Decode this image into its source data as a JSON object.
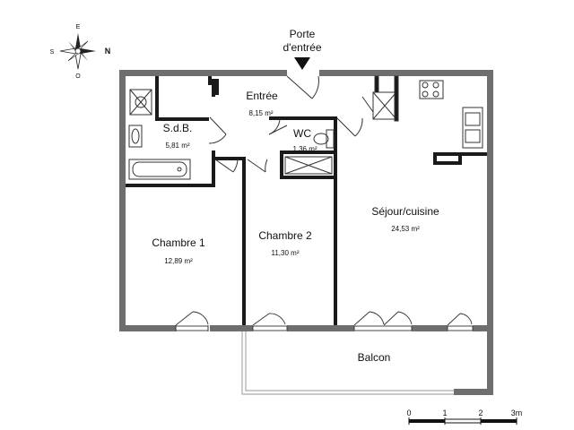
{
  "entrance": {
    "line1": "Porte",
    "line2": "d'entrée"
  },
  "compass": {
    "n": "N",
    "s": "S",
    "e": "E",
    "o": "O"
  },
  "rooms": [
    {
      "key": "entree",
      "name": "Entrée",
      "area": "8,15 m²"
    },
    {
      "key": "sdb",
      "name": "S.d.B.",
      "area": "5,81 m²"
    },
    {
      "key": "wc",
      "name": "WC",
      "area": "1,36 m²"
    },
    {
      "key": "chambre1",
      "name": "Chambre 1",
      "area": "12,89 m²"
    },
    {
      "key": "chambre2",
      "name": "Chambre 2",
      "area": "11,30 m²"
    },
    {
      "key": "sejour",
      "name": "Séjour/cuisine",
      "area": "24,53 m²"
    },
    {
      "key": "balcon",
      "name": "Balcon",
      "area": ""
    }
  ],
  "scale": {
    "ticks": [
      "0",
      "1",
      "2",
      "3m"
    ]
  },
  "colors": {
    "wall": "#6e6e6e",
    "inner_wall": "#1a1a1a",
    "line": "#333333"
  }
}
